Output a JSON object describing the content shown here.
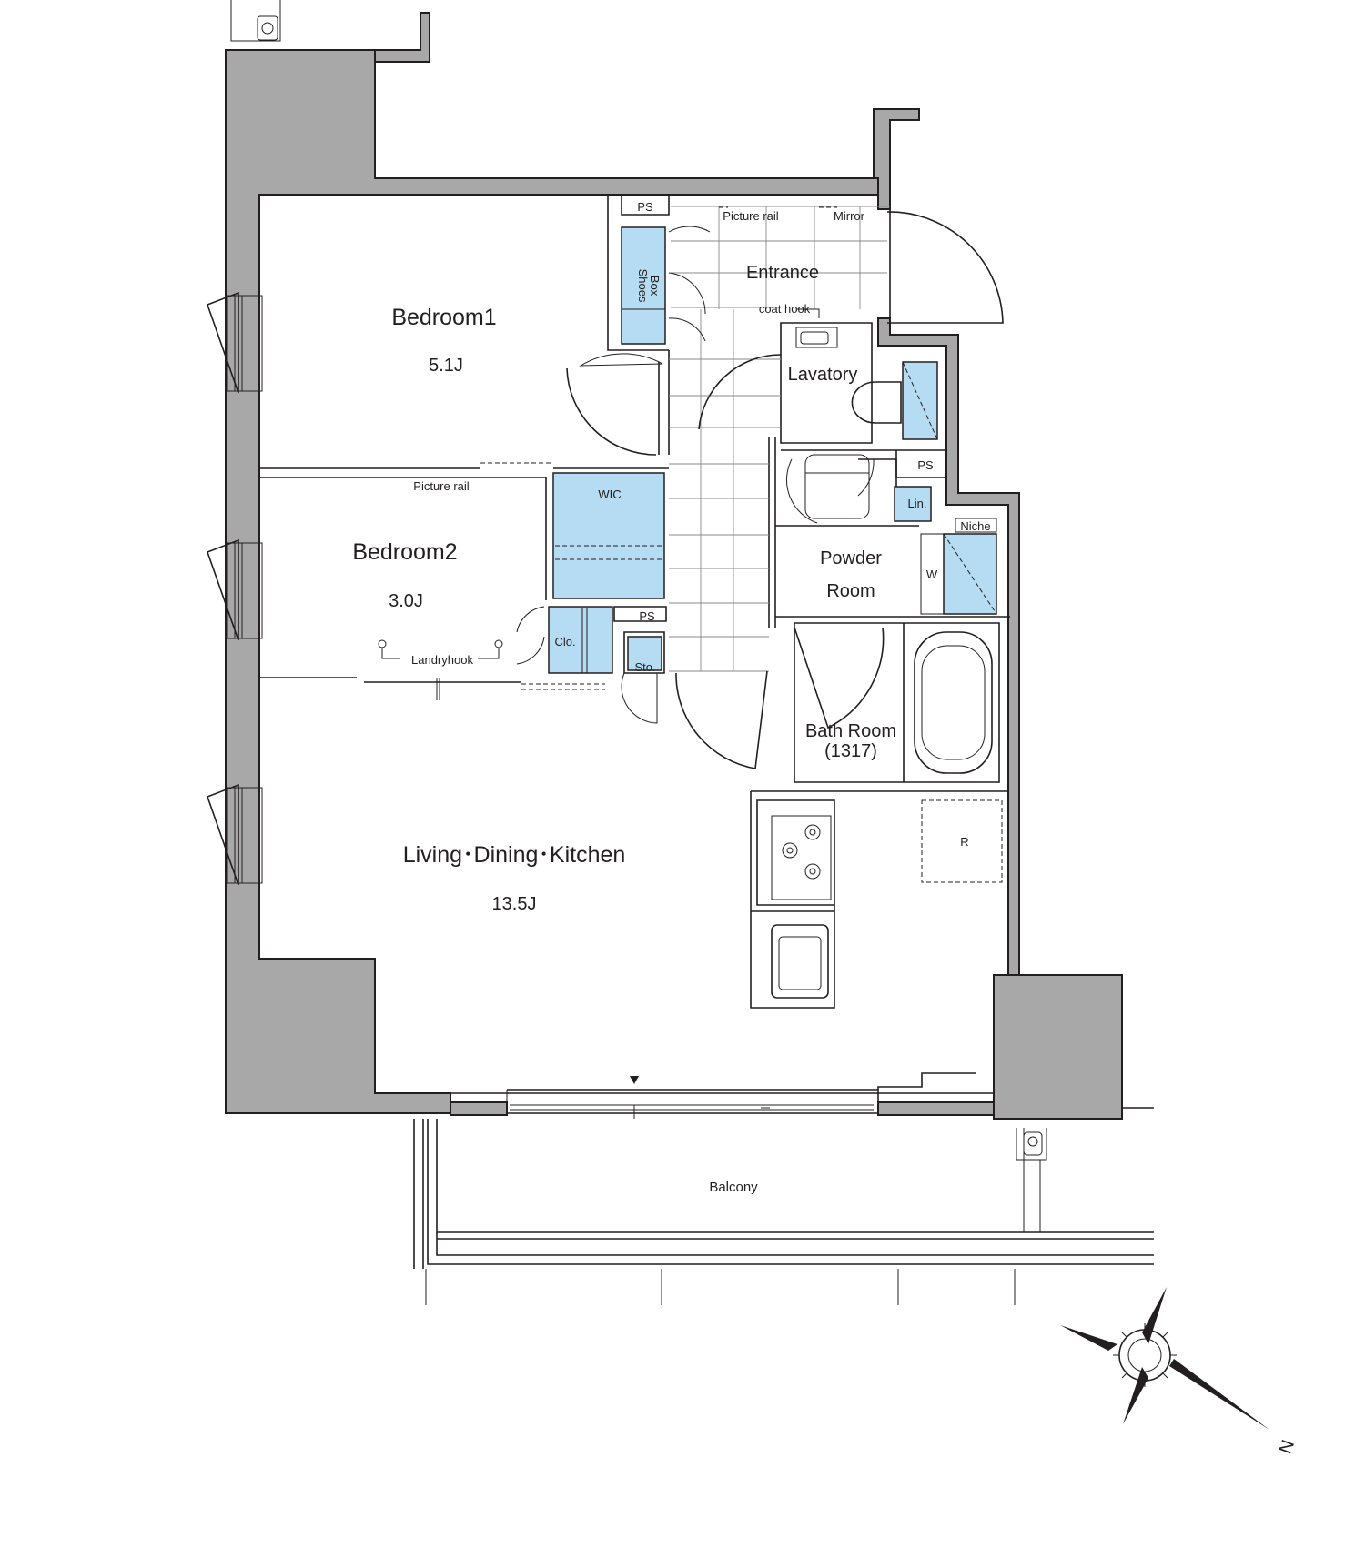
{
  "rooms": {
    "bedroom1": {
      "name": "Bedroom1",
      "size": "5.1J"
    },
    "bedroom2": {
      "name": "Bedroom2",
      "size": "3.0J"
    },
    "ldk": {
      "name": "Living･Dining･Kitchen",
      "size": "13.5J"
    },
    "entrance": "Entrance",
    "lavatory": "Lavatory",
    "powder_room": {
      "line1": "Powder",
      "line2": "Room"
    },
    "bath_room": {
      "line1": "Bath Room",
      "line2": "(1317)"
    },
    "balcony": "Balcony"
  },
  "fixtures": {
    "ps": "PS",
    "shoes_box": {
      "line1": "Shoes",
      "line2": "Box"
    },
    "wic": "WIC",
    "clo": "Clo.",
    "sto": "Sto.",
    "lin": "Lin.",
    "niche": "Niche",
    "washer": "W",
    "fridge": "R",
    "picture_rail": "Picture rail",
    "mirror": "Mirror",
    "coat_hook": "coat hook",
    "landryhook": "Landryhook",
    "north": "N"
  },
  "colors": {
    "wall": "#a8a8a8",
    "storage": "#b5dcf2",
    "line": "#231f20"
  }
}
